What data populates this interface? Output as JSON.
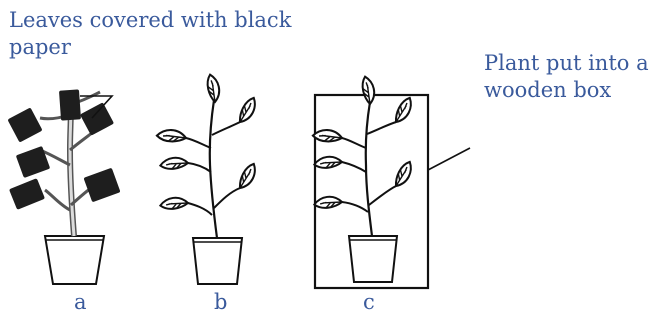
{
  "labels": {
    "covered_leaves": "Leaves covered with black\npaper",
    "wooden_box": "Plant put into a\nwooden box"
  },
  "plants": [
    {
      "letter": "a"
    },
    {
      "letter": "b"
    },
    {
      "letter": "c"
    }
  ],
  "colors": {
    "label_text": "#3a5a9c",
    "line_art": "#111111",
    "black_paper": "#1e1e1e"
  }
}
